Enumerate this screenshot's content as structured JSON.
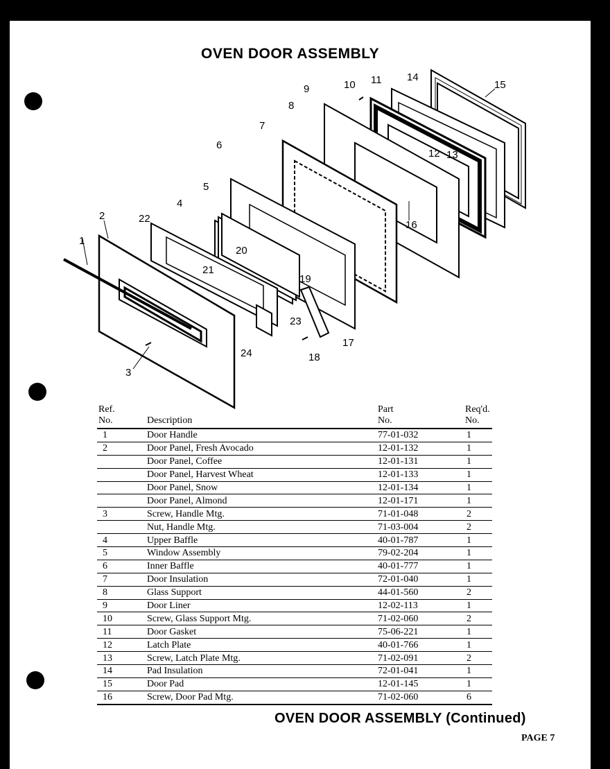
{
  "title": "OVEN DOOR ASSEMBLY",
  "continued_title": "OVEN DOOR ASSEMBLY (Continued)",
  "page_label": "PAGE 7",
  "callouts": [
    "1",
    "2",
    "3",
    "4",
    "5",
    "6",
    "7",
    "8",
    "9",
    "10",
    "11",
    "12",
    "13",
    "14",
    "15",
    "16",
    "17",
    "18",
    "19",
    "20",
    "21",
    "22",
    "23",
    "24"
  ],
  "table": {
    "headers": {
      "ref": [
        "Ref.",
        "No."
      ],
      "description": "Description",
      "part": [
        "Part",
        "No."
      ],
      "req": [
        "Req'd.",
        "No."
      ]
    },
    "rows": [
      {
        "ref": "1",
        "desc": "Door Handle",
        "part": "77-01-032",
        "req": "1"
      },
      {
        "ref": "2",
        "desc": "Door Panel, Fresh Avocado",
        "part": "12-01-132",
        "req": "1"
      },
      {
        "ref": "",
        "desc": "Door  Panel,  Coffee",
        "part": "12-01-131",
        "req": "1"
      },
      {
        "ref": "",
        "desc": "Door Panel, Harvest Wheat",
        "part": "12-01-133",
        "req": "1"
      },
      {
        "ref": "",
        "desc": "Door Panel, Snow",
        "part": "12-01-134",
        "req": "1"
      },
      {
        "ref": "",
        "desc": "Door Panel, Almond",
        "part": "12-01-171",
        "req": "1"
      },
      {
        "ref": "3",
        "desc": "Screw, Handle Mtg.",
        "part": "71-01-048",
        "req": "2"
      },
      {
        "ref": "",
        "desc": "Nut, Handle Mtg.",
        "part": "71-03-004",
        "req": "2"
      },
      {
        "ref": "4",
        "desc": "Upper Baffle",
        "part": "40-01-787",
        "req": "1"
      },
      {
        "ref": "5",
        "desc": "Window Assembly",
        "part": "79-02-204",
        "req": "1"
      },
      {
        "ref": "6",
        "desc": "Inner Baffle",
        "part": "40-01-777",
        "req": "1"
      },
      {
        "ref": "7",
        "desc": "Door Insulation",
        "part": "72-01-040",
        "req": "1"
      },
      {
        "ref": "8",
        "desc": "Glass Support",
        "part": "44-01-560",
        "req": "2"
      },
      {
        "ref": "9",
        "desc": "Door Liner",
        "part": "12-02-113",
        "req": "1"
      },
      {
        "ref": "10",
        "desc": "Screw, Glass Support Mtg.",
        "part": "71-02-060",
        "req": "2"
      },
      {
        "ref": "11",
        "desc": "Door Gasket",
        "part": "75-06-221",
        "req": "1"
      },
      {
        "ref": "12",
        "desc": "Latch Plate",
        "part": "40-01-766",
        "req": "1"
      },
      {
        "ref": "13",
        "desc": "Screw, Latch Plate Mtg.",
        "part": "71-02-091",
        "req": "2"
      },
      {
        "ref": "14",
        "desc": "Pad Insulation",
        "part": "72-01-041",
        "req": "1"
      },
      {
        "ref": "15",
        "desc": "Door Pad",
        "part": "12-01-145",
        "req": "1"
      },
      {
        "ref": "16",
        "desc": "Screw, Door Pad Mtg.",
        "part": "71-02-060",
        "req": "6"
      }
    ]
  }
}
